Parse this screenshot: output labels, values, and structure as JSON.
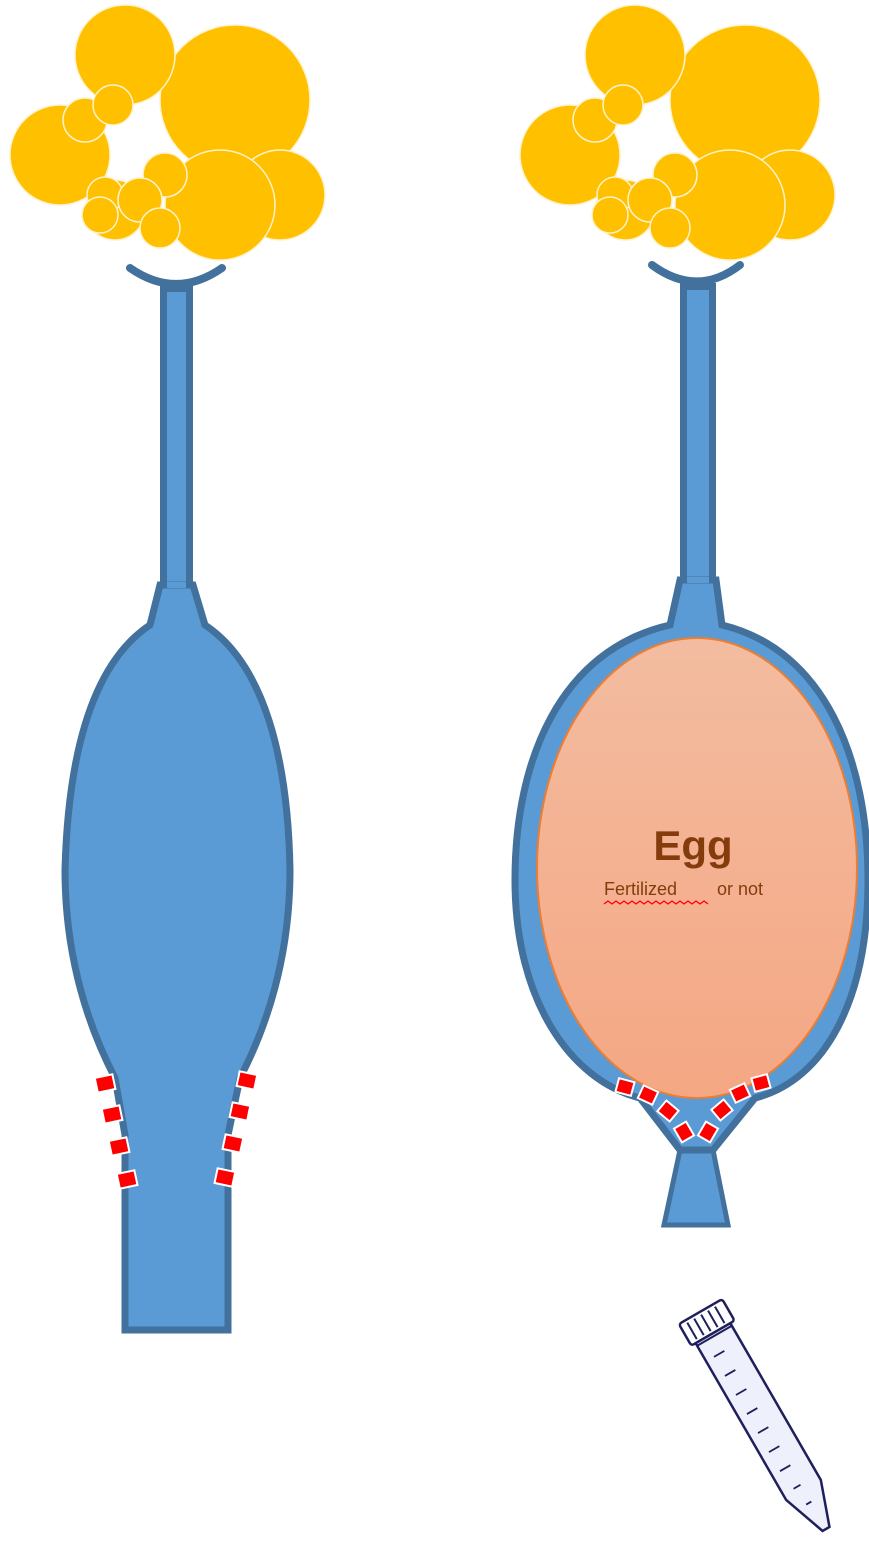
{
  "egg_label": {
    "title": "Egg",
    "subtitle_word1": "Fertilized",
    "subtitle_word2": "or not"
  },
  "colors": {
    "ovary": "#ffc000",
    "ovary_outline": "#fff2cc",
    "tract_fill": "#5b9bd5",
    "tract_outline": "#41719c",
    "egg_fill": "#f4b183",
    "egg_outline": "#ed7d31",
    "egg_text": "#843c0c",
    "marker": "#ff0000",
    "spellcheck_underline": "#ff0000",
    "tube_outline": "#1f1f5c",
    "tube_fill": "#eef0fb"
  },
  "icons": [
    "ovary-cluster-icon",
    "oviduct-icon",
    "egg-icon",
    "centrifuge-tube-icon"
  ]
}
